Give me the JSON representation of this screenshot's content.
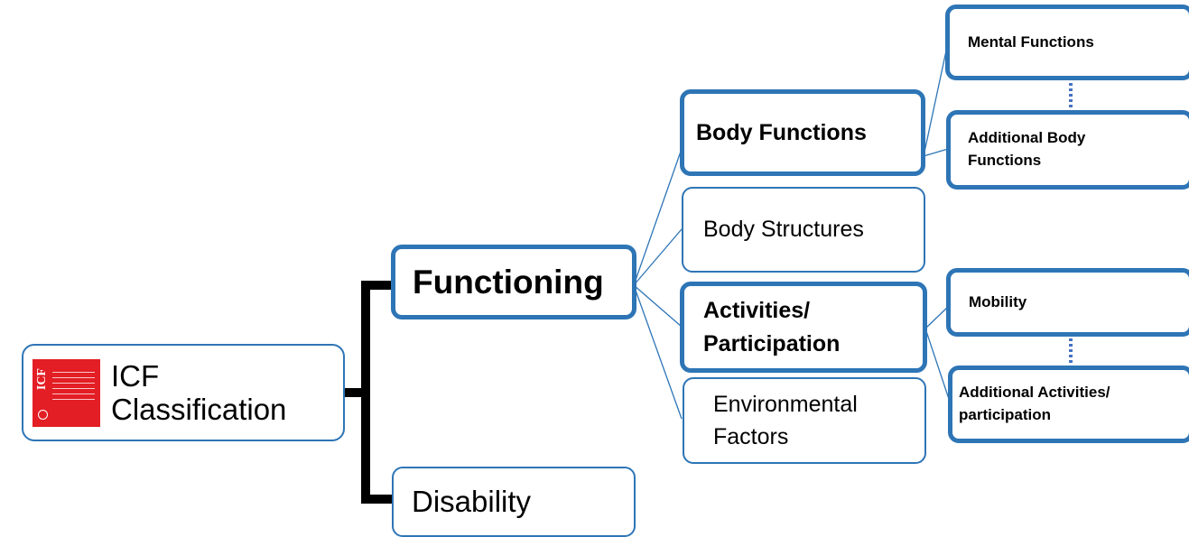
{
  "colors": {
    "accent": "#2E75B6",
    "connector": "#2E75B6",
    "bracket": "#000000",
    "cover": "#E31E24"
  },
  "root": {
    "label": "ICF\nClassification",
    "icon": "icf-book-cover-icon"
  },
  "functioning": {
    "label": "Functioning"
  },
  "disability": {
    "label": "Disability"
  },
  "components": {
    "body_functions": "Body Functions",
    "body_structures": "Body Structures",
    "activities_participation": "Activities/\nParticipation",
    "environmental_factors": "Environmental\nFactors"
  },
  "subcategories": {
    "mental_functions": "Mental Functions",
    "additional_body_functions": "Additional Body\nFunctions",
    "mobility": "Mobility",
    "additional_activities": "Additional Activities/\nparticipation"
  }
}
